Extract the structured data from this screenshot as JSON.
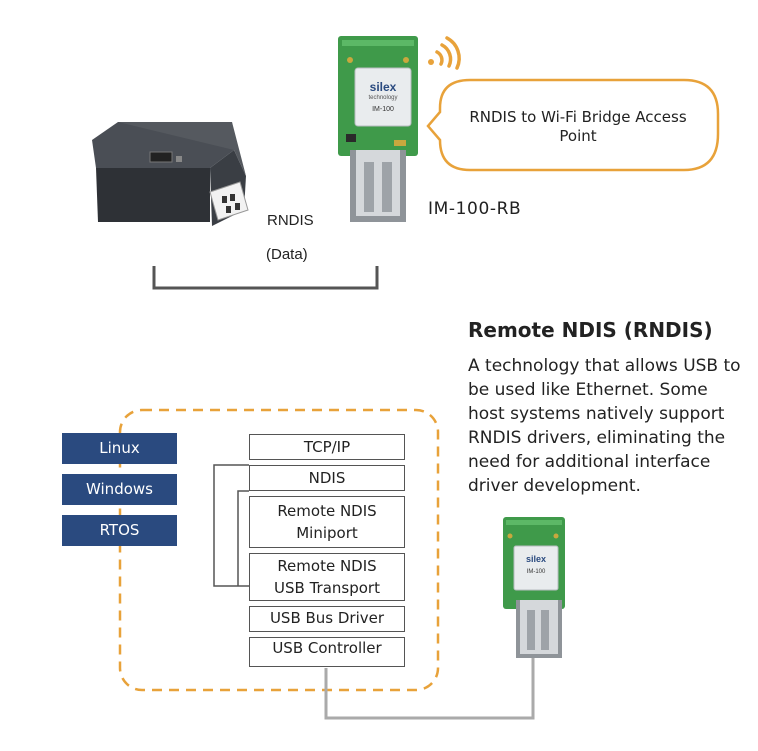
{
  "top": {
    "bubble_text": "RNDIS to Wi-Fi Bridge Access Point",
    "dongle_label": "IM-100-RB",
    "link_label": "RNDIS",
    "link_sublabel": "(Data)",
    "module_brand": "silex",
    "module_brand_sub": "technology",
    "module_model": "IM-100"
  },
  "description": {
    "title": "Remote NDIS (RNDIS)",
    "body": "A technology that allows USB to be used like Ethernet. Some host systems natively support RNDIS drivers, eliminating the need for additional interface driver development."
  },
  "os_list": [
    "Linux",
    "Windows",
    "RTOS"
  ],
  "stack": [
    {
      "label": "TCP/IP"
    },
    {
      "label": "NDIS"
    },
    {
      "label": "Remote NDIS\nMiniport"
    },
    {
      "label": "Remote NDIS\nUSB Transport"
    },
    {
      "label": "USB Bus Driver"
    },
    {
      "label": "USB Controller"
    }
  ],
  "colors": {
    "accent_orange": "#e8a23a",
    "os_box": "#2a4a7f",
    "pcb_green": "#3f9a4a",
    "connector_gray": "#8f9499"
  },
  "icons": [
    "wifi-icon",
    "printer-icon",
    "usb-dongle-icon"
  ]
}
